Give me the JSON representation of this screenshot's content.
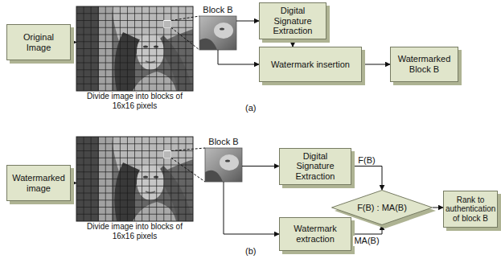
{
  "diagram": {
    "nodes": [
      {
        "text": [
          "Original Image"
        ]
      },
      {
        "text": [
          "Divide image into blocks of 16x16 pixels"
        ]
      },
      {
        "text": [
          "Block B"
        ]
      },
      {
        "text": [
          "Digital Signature Extraction"
        ]
      },
      {
        "text": [
          "Watermark insertion"
        ]
      },
      {
        "text": [
          "Watermarked Block B"
        ]
      },
      {
        "text": [
          "Watermarked image"
        ]
      },
      {
        "text": [
          "Divide image into blocks of 16x16 pixels"
        ]
      },
      {
        "text": [
          "Block B"
        ]
      },
      {
        "text": [
          "Digital Signature Extraction"
        ]
      },
      {
        "text": [
          "Watermark extraction"
        ]
      },
      {
        "text": [
          "F(B) : MA(B)"
        ]
      },
      {
        "text": [
          "Rank to authentication of block B"
        ]
      }
    ],
    "edges": [
      {
        "from": 0,
        "to": 1,
        "arrow": "to"
      },
      {
        "from": 1,
        "to": 2,
        "arrow": "none"
      },
      {
        "from": 2,
        "to": 3,
        "arrow": "to"
      },
      {
        "from": 2,
        "to": 4,
        "arrow": "to"
      },
      {
        "from": 3,
        "to": 4,
        "arrow": "to"
      },
      {
        "from": 4,
        "to": 5,
        "arrow": "to"
      },
      {
        "from": 6,
        "to": 7,
        "arrow": "to"
      },
      {
        "from": 7,
        "to": 8,
        "arrow": "none"
      },
      {
        "from": 8,
        "to": 9,
        "arrow": "to"
      },
      {
        "from": 8,
        "to": 10,
        "arrow": "to"
      },
      {
        "from": 9,
        "to": 11,
        "label": "F(B)",
        "arrow": "to"
      },
      {
        "from": 10,
        "to": 11,
        "label": "MA(B)",
        "arrow": "to"
      },
      {
        "from": 11,
        "to": 12,
        "arrow": "to"
      }
    ],
    "labels": [
      "(a)",
      "(b)"
    ]
  }
}
